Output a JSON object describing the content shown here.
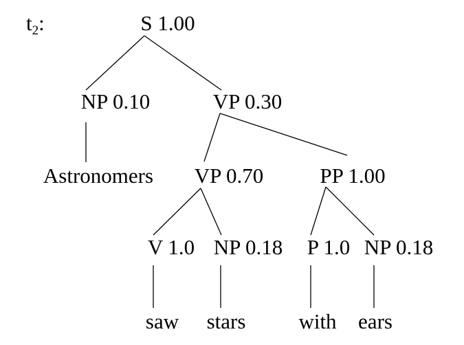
{
  "tree_label": {
    "main": "t",
    "sub": "2",
    "suffix": ":"
  },
  "nodes": {
    "s": "S 1.00",
    "np_top": "NP 0.10",
    "vp_top": "VP 0.30",
    "astronomers": "Astronomers",
    "vp_mid": "VP 0.70",
    "pp": "PP 1.00",
    "v": "V 1.0",
    "np_stars": "NP 0.18",
    "p": "P 1.0",
    "np_ears": "NP 0.18",
    "saw": "saw",
    "stars": "stars",
    "with": "with",
    "ears": "ears"
  },
  "edges": [
    [
      "s",
      "np_top"
    ],
    [
      "s",
      "vp_top"
    ],
    [
      "np_top",
      "astronomers"
    ],
    [
      "vp_top",
      "vp_mid"
    ],
    [
      "vp_top",
      "pp"
    ],
    [
      "vp_mid",
      "v"
    ],
    [
      "vp_mid",
      "np_stars"
    ],
    [
      "pp",
      "p"
    ],
    [
      "pp",
      "np_ears"
    ],
    [
      "v",
      "saw"
    ],
    [
      "np_stars",
      "stars"
    ],
    [
      "p",
      "with"
    ],
    [
      "np_ears",
      "ears"
    ]
  ]
}
